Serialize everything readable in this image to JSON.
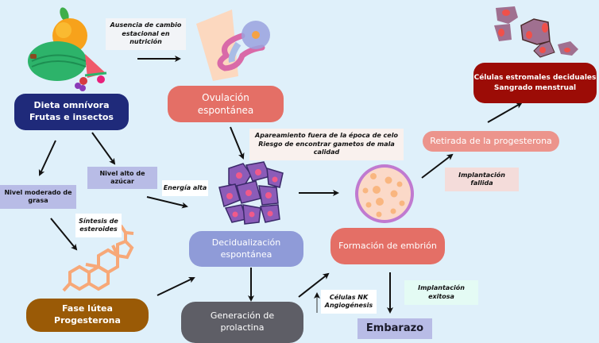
{
  "colors": {
    "background": "#dff0fa",
    "dieta": "#1f2a7a",
    "ovulacion": "#e46f66",
    "decidualizacion": "#8f9bd8",
    "fase_lutea": "#9a5a06",
    "prolactina": "#5e5e66",
    "embrion": "#e46f66",
    "retirada": "#ec948c",
    "celulas_estromales": "#9c0c06",
    "embarazo": "#b8bce6",
    "nutrient_label": "#b8bce6"
  },
  "nodes": {
    "dieta": "Dieta omnívora\nFrutas e insectos",
    "ovulacion": "Ovulación\nespontánea",
    "decidualizacion": "Decidualización\nespontánea",
    "fase_lutea": "Fase lútea\nProgesterona",
    "prolactina": "Generación de\nprolactina",
    "embrion": "Formación de embrión",
    "retirada": "Retirada de la progesterona",
    "celulas_estromales": "Células estromales deciduales\nSangrado menstrual",
    "embarazo": "Embarazo"
  },
  "labels": {
    "ausencia": "Ausencia de cambio\nestacional en\nnutrición",
    "nivel_azucar": "Nivel alto de azúcar",
    "nivel_grasa": "Nivel moderado de\ngrasa",
    "energia": "Energía alta",
    "sintesis": "Síntesis de\nesteroides",
    "apareamiento": "Apareamiento fuera de la época de celo\nRiesgo de encontrar gametos de mala\ncalidad",
    "implantacion_fallida": "Implantación\nfallida",
    "implantacion_exitosa": "Implantación\nexitosa",
    "celulas_nk": "Células NK\nAngiogénesis"
  },
  "illustrations": [
    "fruits-icon",
    "ovary-icon",
    "decidual-cells-icon",
    "embryo-icon",
    "steroid-molecule-icon",
    "stromal-cells-icon"
  ]
}
